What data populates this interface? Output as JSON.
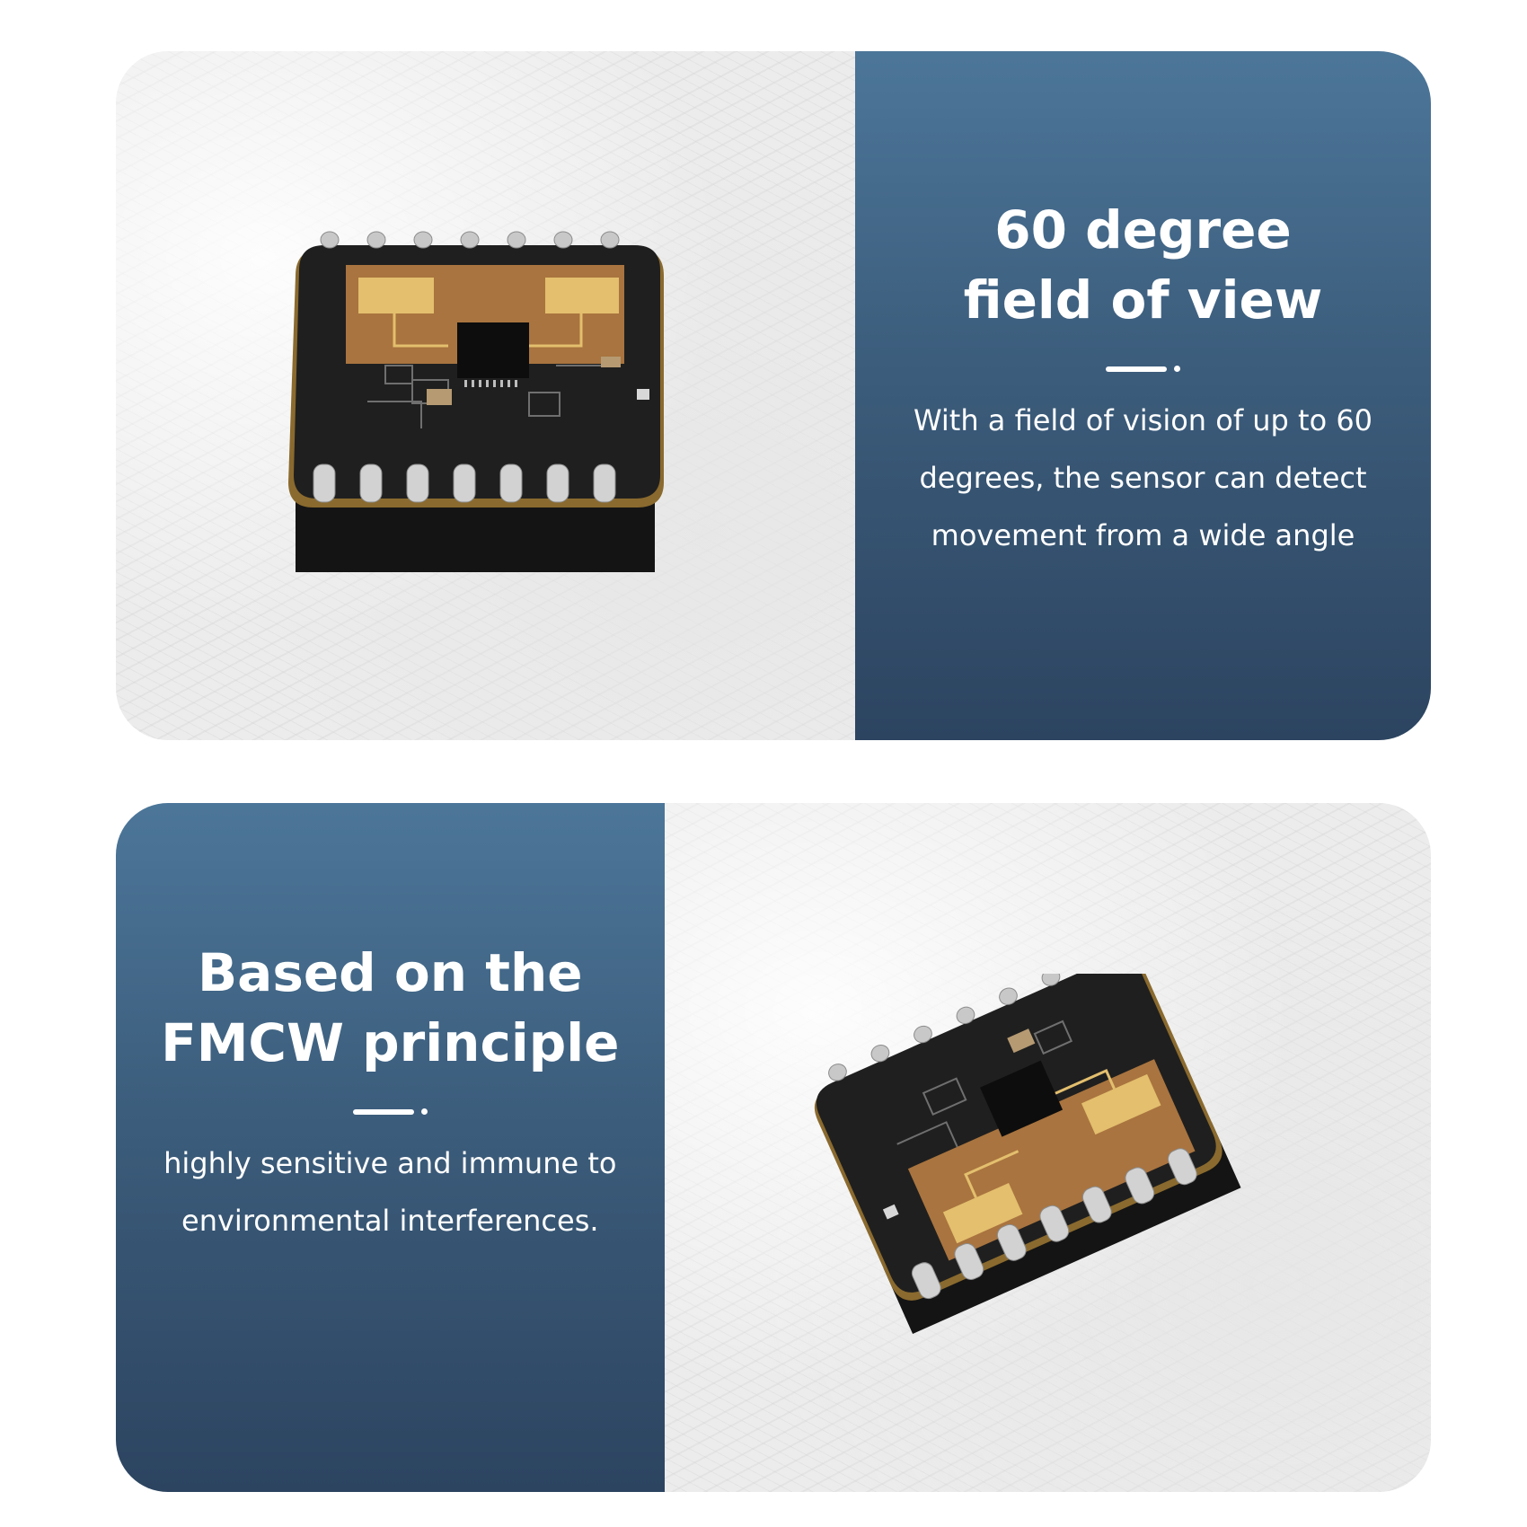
{
  "sections": [
    {
      "title": "60 degree\nfield of view",
      "description": "With a field of vision of up to 60 degrees, the sensor can detect movement from a wide angle"
    },
    {
      "title": "Based on the\nFMCW principle",
      "description": "highly sensitive and immune to environmental interferences."
    }
  ],
  "colors": {
    "panel_top": "#4c7699",
    "panel_bottom": "#2c4460",
    "pcb": "#1e1e1e",
    "antenna_area": "#a9743f",
    "gold_pad": "#e3bf6e"
  },
  "images": [
    {
      "name": "radar-sensor-module-top-view"
    },
    {
      "name": "radar-sensor-module-angled-view"
    }
  ]
}
